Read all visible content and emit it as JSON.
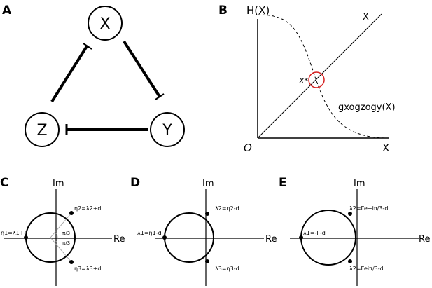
{
  "panels": {
    "a": "A",
    "b": "B",
    "c": "C",
    "d": "D",
    "e": "E"
  },
  "network": {
    "node_x": "X",
    "node_y": "Y",
    "node_z": "Z"
  },
  "phase": {
    "ylabel": "H(X)",
    "xlabel": "X",
    "origin": "O",
    "diag_label": "X",
    "fixed_point": "X*",
    "curve_label": "gxogzogy(X)"
  },
  "pole_c": {
    "im": "Im",
    "re": "Re",
    "left": "η1=λ1+d",
    "top": "η2=λ2+d",
    "bottom": "η3=λ3+d",
    "angle_top": "π/3",
    "angle_bottom": "π/3"
  },
  "pole_d": {
    "im": "Im",
    "re": "Re",
    "left": "λ1=η1-d",
    "top": "λ2=η2-d",
    "bottom": "λ3=η3-d"
  },
  "pole_e": {
    "im": "Im",
    "re": "Re",
    "left": "λ1=-Γ-d",
    "top": "λ2=Γe−iπ/3-d",
    "bottom": "λ2=Γeiπ/3-d"
  }
}
